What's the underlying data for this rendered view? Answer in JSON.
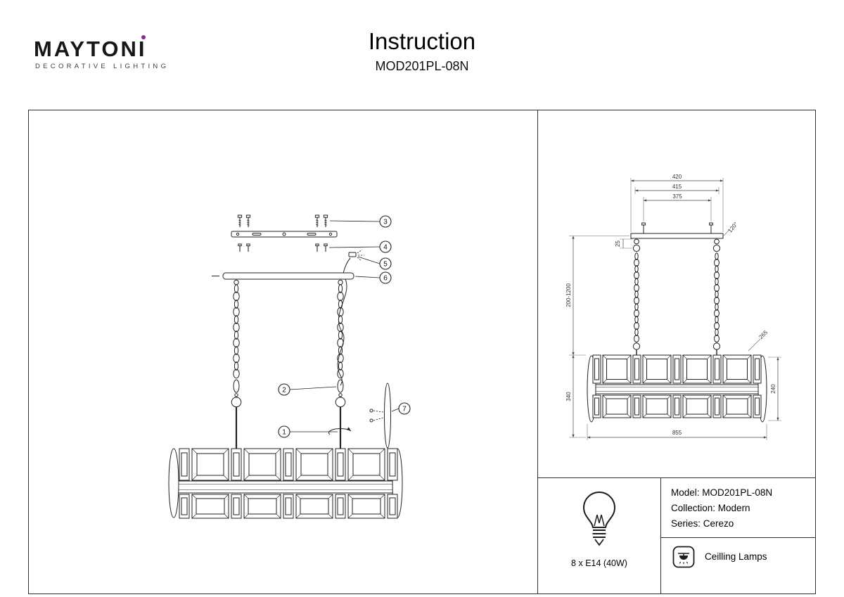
{
  "header": {
    "brand": "MAYTONI",
    "brand_sub": "DECORATIVE LIGHTING",
    "title": "Instruction",
    "model": "MOD201PL-08N"
  },
  "parts": {
    "p1": "1",
    "p2": "2",
    "p3": "3",
    "p4": "4",
    "p5": "5",
    "p6": "6",
    "p7": "7"
  },
  "dimensions": {
    "top_outer": "420",
    "top_mid": "415",
    "top_inner": "375",
    "angle": "120°",
    "canopy_offset": "25",
    "suspension_range": "200-1200",
    "body_total_height": "340",
    "shade_height": "240",
    "depth": "265",
    "width": "855"
  },
  "specs": {
    "bulb": "8 x E14 (40W)",
    "rows": [
      {
        "label": "Model:",
        "value": "MOD201PL-08N"
      },
      {
        "label": "Collection:",
        "value": "Modern"
      },
      {
        "label": "Series:",
        "value": "Cerezo"
      }
    ],
    "category": "Ceilling Lamps"
  }
}
